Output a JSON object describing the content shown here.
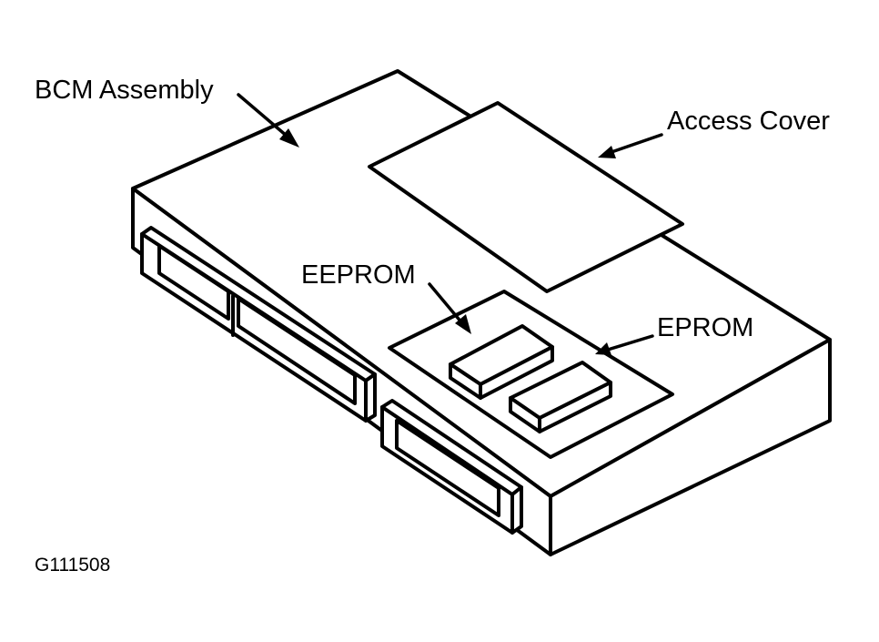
{
  "labels": {
    "bcm_assembly": "BCM Assembly",
    "access_cover": "Access Cover",
    "eeprom": "EEPROM",
    "eprom": "EPROM",
    "figure_id": "G111508"
  },
  "colors": {
    "ink": "#000000",
    "paper": "#ffffff"
  }
}
